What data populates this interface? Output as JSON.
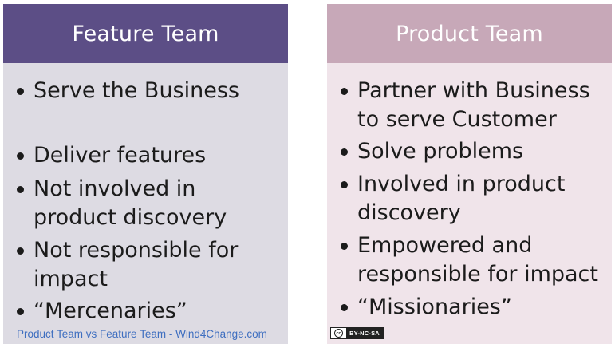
{
  "left_card": {
    "title": "Feature Team",
    "bullets": [
      {
        "lines": [
          "Serve the Business"
        ]
      },
      {
        "lines": [
          "Deliver features"
        ]
      },
      {
        "lines": [
          "Not involved in",
          "product discovery"
        ]
      },
      {
        "lines": [
          "Not responsible for",
          "impact"
        ]
      },
      {
        "lines": [
          "“Mercenaries”"
        ]
      }
    ],
    "footer_link": "Product Team vs Feature Team - Wind4Change.com"
  },
  "right_card": {
    "title": "Product Team",
    "bullets": [
      {
        "lines": [
          "Partner with Business",
          "to serve Customer"
        ]
      },
      {
        "lines": [
          "Solve problems"
        ]
      },
      {
        "lines": [
          "Involved in product",
          "discovery"
        ]
      },
      {
        "lines": [
          "Empowered and",
          "responsible for impact"
        ]
      },
      {
        "lines": [
          "“Missionaries”"
        ]
      }
    ],
    "license_badge": {
      "mark": "cc",
      "text": "BY-NC-SA"
    }
  },
  "colors": {
    "left_header": "#5c4e86",
    "left_body": "#dddbe3",
    "right_header": "#c7a8b8",
    "right_body": "#f0e4ea",
    "link": "#3f6fc0"
  }
}
